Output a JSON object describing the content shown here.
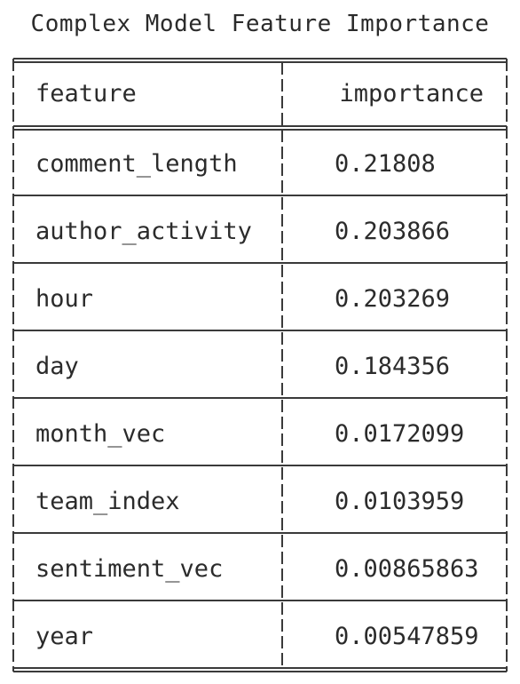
{
  "title": "Complex Model Feature Importance",
  "chart_data": {
    "type": "table",
    "columns": [
      "feature",
      "importance"
    ],
    "rows": [
      [
        "comment_length",
        "0.21808"
      ],
      [
        "author_activity",
        "0.203866"
      ],
      [
        "hour",
        "0.203269"
      ],
      [
        "day",
        "0.184356"
      ],
      [
        "month_vec",
        "0.0172099"
      ],
      [
        "team_index",
        "0.0103959"
      ],
      [
        "sentiment_vec",
        "0.00865863"
      ],
      [
        "year",
        "0.00547859"
      ]
    ]
  }
}
